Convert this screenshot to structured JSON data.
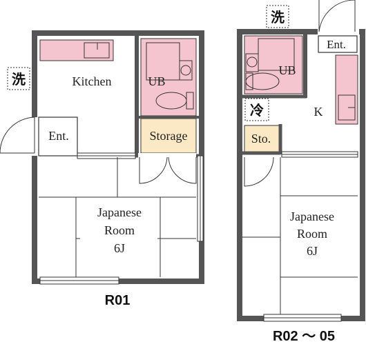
{
  "plans": [
    {
      "caption": "R01",
      "rooms": {
        "kitchen": "Kitchen",
        "ub": "UB",
        "storage": "Storage",
        "entrance": "Ent.",
        "japanese_line1": "Japanese",
        "japanese_line2": "Room",
        "japanese_size": "6J"
      },
      "markers": {
        "washer": "洗"
      }
    },
    {
      "caption": "R02 ～ 05",
      "rooms": {
        "ub": "UB",
        "kitchen_short": "K",
        "storage_short": "Sto.",
        "entrance": "Ent.",
        "japanese_line1": "Japanese",
        "japanese_line2": "Room",
        "japanese_size": "6J"
      },
      "markers": {
        "washer": "洗",
        "fridge": "冷"
      }
    }
  ],
  "colors": {
    "wall": "#555555",
    "wet_area": "#f4c4cf",
    "storage": "#fbe9c6",
    "line": "#333333"
  }
}
